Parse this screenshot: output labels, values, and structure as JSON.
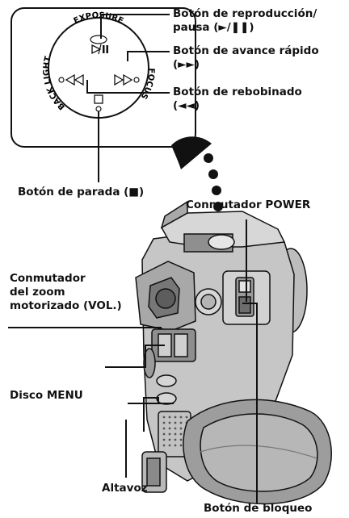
{
  "dial": {
    "exposure": "EXPOSURE",
    "back_light": "BACK LIGHT",
    "focus": "FOCUS"
  },
  "callouts": {
    "play_pause_l1": "Botón de reproducción/",
    "play_pause_l2": "pausa (►/❚❚)",
    "ffwd_l1": "Botón de avance rápido",
    "ffwd_l2": "(►►)",
    "rewind_l1": "Botón de rebobinado",
    "rewind_l2": "(◄◄)",
    "stop": "Botón de parada (■)",
    "power": "Conmutador POWER",
    "zoom_l1": "Conmutador",
    "zoom_l2": "del zoom",
    "zoom_l3": "motorizado (VOL.)",
    "menu": "Disco MENU",
    "speaker": "Altavoz",
    "lock": "Botón de bloqueo"
  }
}
